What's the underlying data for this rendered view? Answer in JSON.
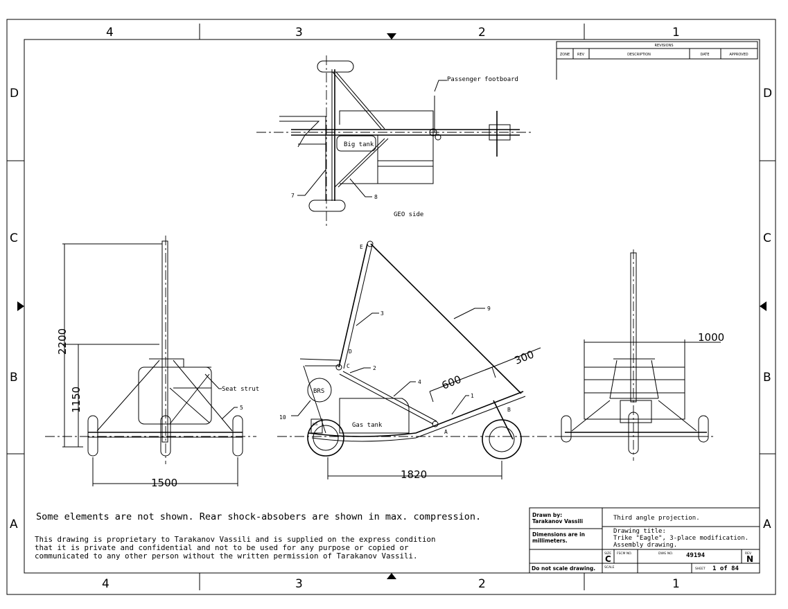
{
  "zones": {
    "columns": [
      "4",
      "3",
      "2",
      "1"
    ],
    "rows": [
      "D",
      "C",
      "B",
      "A"
    ]
  },
  "revisions": {
    "title": "REVISIONS",
    "headers": [
      "ZONE",
      "REV",
      "DESCRIPTION",
      "DATE",
      "APPROVED"
    ]
  },
  "top_view": {
    "passenger_footboard": "Passenger footboard",
    "big_tank": "Big tank",
    "label_7": "7",
    "label_8": "8",
    "geo_side": "GEO side"
  },
  "front_view": {
    "dim_height_total": "2200",
    "dim_height_seat": "1150",
    "dim_width": "1500",
    "seat_strut": "Seat strut",
    "label_5": "5"
  },
  "side_view": {
    "label_E": "E",
    "label_3": "3",
    "label_9": "9",
    "label_D": "D",
    "label_C": "C",
    "label_2": "2",
    "label_4": "4",
    "label_1": "1",
    "label_A": "A",
    "label_B": "B",
    "label_10": "10",
    "brs": "BRS",
    "brs_small": "BRS",
    "gas_tank": "Gas tank",
    "dim_600": "600",
    "dim_300": "300",
    "dim_wheelbase": "1820"
  },
  "rear_view": {
    "dim_width": "1000"
  },
  "notes": {
    "elements": "Some elements are not shown. Rear shock-absobers are shown in max. compression.",
    "proprietary_1": "This drawing is proprietary to Tarakanov Vassili and is supplied on the express condition",
    "proprietary_2": "that it is private and confidential and not to be used for any purpose or copied or",
    "proprietary_3": "communicated to any other person without the written permission of Tarakanov Vassili."
  },
  "title_block": {
    "drawn_by_label": "Drawn by:",
    "drawn_by_name": "Tarakanov Vassili",
    "dims_1": "Dimensions are in",
    "dims_2": "millimeters.",
    "projection": "Third angle projection.",
    "drawing_title_label": "Drawing title:",
    "drawing_title_1": "Trike \"Eagle\", 3-place modification.",
    "drawing_title_2": "Assembly drawing.",
    "size_label": "SIZE",
    "size_value": "C",
    "fscm_label": "FSCM NO.",
    "dwg_label": "DWG NO.",
    "dwg_value": "49194",
    "rev_label": "REV",
    "rev_value": "N",
    "no_scale": "Do not scale drawing.",
    "scale_label": "SCALE",
    "sheet_label": "SHEET",
    "sheet_value": "1 of 84"
  }
}
